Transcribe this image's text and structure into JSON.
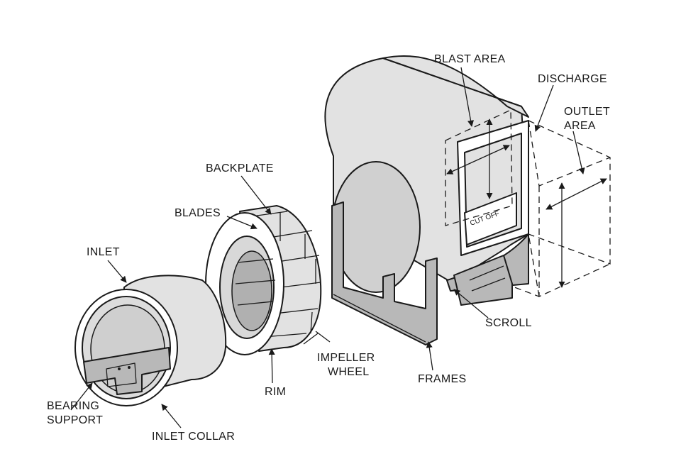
{
  "labels": {
    "blast_area": "BLAST AREA",
    "discharge": "DISCHARGE",
    "outlet_area_line1": "OUTLET",
    "outlet_area_line2": "AREA",
    "backplate": "BACKPLATE",
    "blades": "BLADES",
    "inlet": "INLET",
    "cut_off": "CUT OFF",
    "scroll": "SCROLL",
    "impeller_wheel_line1": "IMPELLER",
    "impeller_wheel_line2": "WHEEL",
    "frames": "FRAMES",
    "rim": "RIM",
    "bearing_support_line1": "BEARING",
    "bearing_support_line2": "SUPPORT",
    "inlet_collar": "INLET COLLAR"
  },
  "colors": {
    "ink": "#1a1a1a",
    "shade_light": "#e2e2e2",
    "shade_dark": "#b8b8b8",
    "background": "#ffffff"
  }
}
